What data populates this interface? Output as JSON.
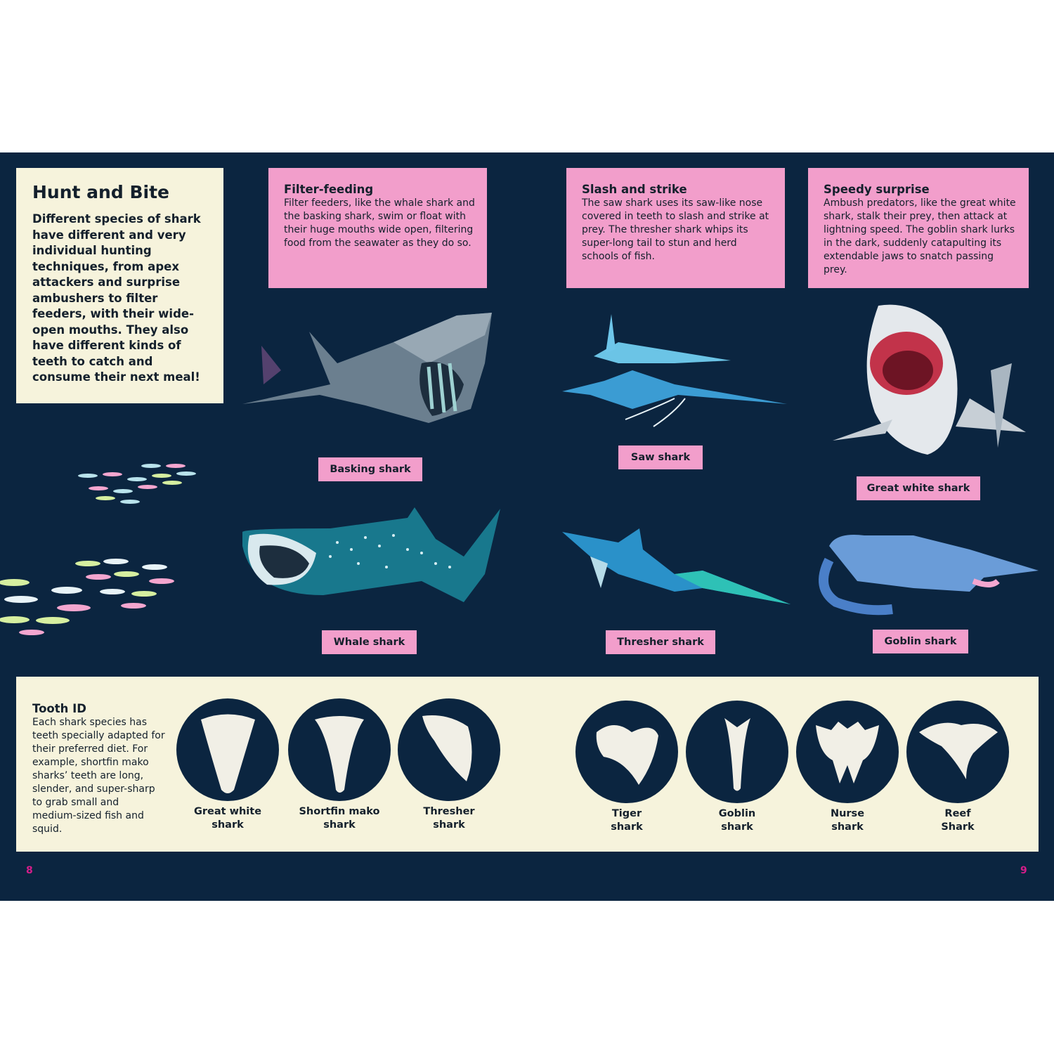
{
  "intro": {
    "title": "Hunt and Bite",
    "body": "Different species of shark have different and very individual hunting techniques, from apex attackers and surprise ambushers to filter feeders, with their wide-open mouths. They also have different kinds of teeth to catch and consume their next meal!"
  },
  "boxes": [
    {
      "title": "Filter-feeding",
      "body": "Filter feeders, like the whale shark and the basking shark, swim or float with their huge mouths wide open, filtering food from the seawater as they do so."
    },
    {
      "title": "Slash and strike",
      "body": "The saw shark uses its saw-like nose covered in teeth to slash and strike at prey. The thresher shark whips its super-long tail to stun and herd schools of fish."
    },
    {
      "title": "Speedy surprise",
      "body": "Ambush predators, like the great white shark, stalk their prey, then attack at lightning speed. The goblin shark lurks in the dark, suddenly catapulting its extendable jaws to snatch passing prey."
    }
  ],
  "sharks": {
    "basking": "Basking shark",
    "saw": "Saw shark",
    "great_white": "Great white shark",
    "whale": "Whale shark",
    "thresher": "Thresher shark",
    "goblin": "Goblin shark"
  },
  "tooth_id": {
    "title": "Tooth ID",
    "body": "Each shark species has teeth specially adapted for their preferred diet. For example, shortfin mako sharks’ teeth are long, slender, and super-sharp to grab small and medium-sized fish and squid.",
    "teeth": [
      {
        "line1": "Great white",
        "line2": "shark"
      },
      {
        "line1": "Shortfin mako",
        "line2": "shark"
      },
      {
        "line1": "Thresher",
        "line2": "shark"
      },
      {
        "line1": "Tiger",
        "line2": "shark"
      },
      {
        "line1": "Goblin",
        "line2": "shark"
      },
      {
        "line1": "Nurse",
        "line2": "shark"
      },
      {
        "line1": "Reef",
        "line2": "Shark"
      }
    ]
  },
  "pages": {
    "left": "8",
    "right": "9"
  },
  "colors": {
    "navy": "#0b2540",
    "pink": "#f29ecb",
    "cream": "#f6f3dc",
    "page_number": "#d51d8a"
  }
}
